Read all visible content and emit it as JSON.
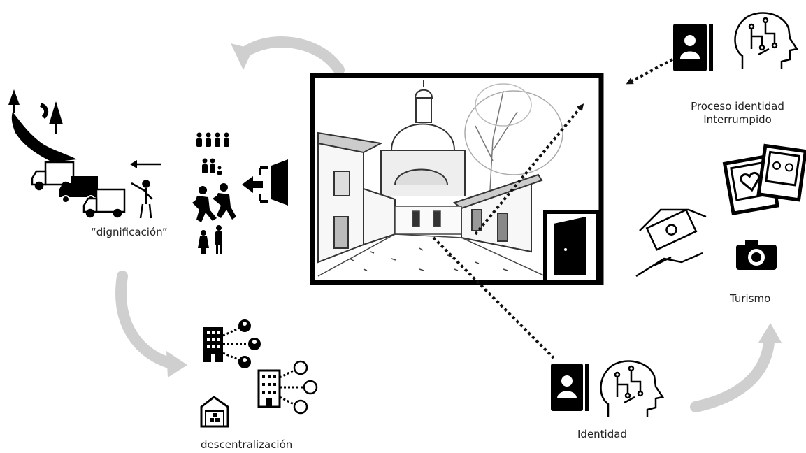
{
  "labels": {
    "dignificacion": "“dignificación”",
    "descentralizacion": "descentralización",
    "proceso_line1": "Proceso identidad",
    "proceso_line2": "Interrumpido",
    "turismo": "Turismo",
    "identidad": "Identidad"
  },
  "colors": {
    "ink": "#111111",
    "cycle_arrow": "#cfcfcf",
    "sketch": "#555555"
  },
  "icons": [
    "road-with-trees-icon",
    "trucks-icon",
    "left-arrow-icon",
    "pointing-person-icon",
    "people-group-icon",
    "exit-door-icon",
    "framed-street-sketch",
    "open-door-icon",
    "contact-book-icon",
    "brain-head-icon",
    "money-hands-icon",
    "photos-icon",
    "camera-icon",
    "building-network-icon",
    "warehouse-icon"
  ]
}
